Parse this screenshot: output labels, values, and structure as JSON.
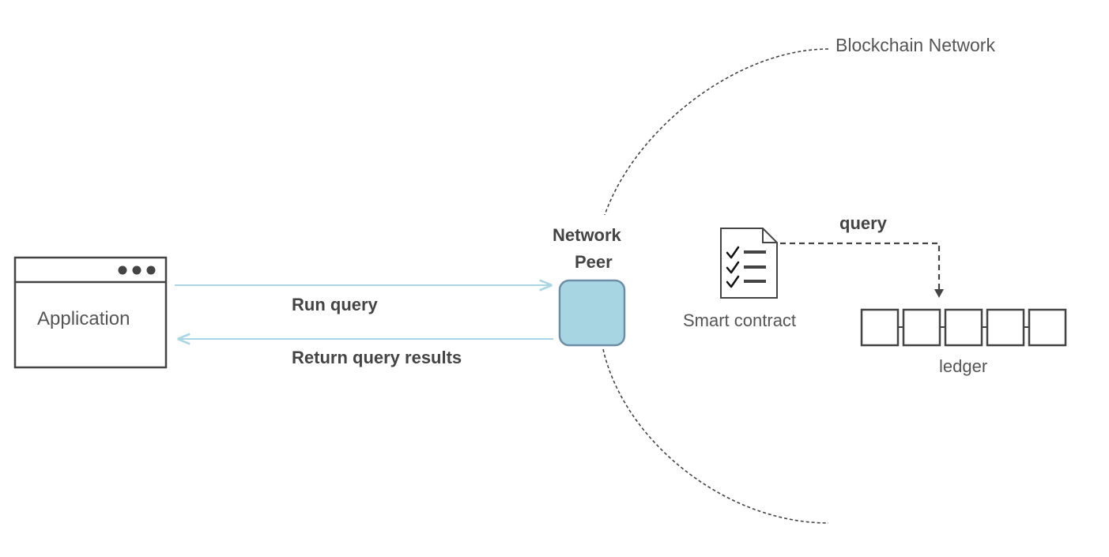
{
  "network": {
    "label": "Blockchain Network"
  },
  "application": {
    "label": "Application"
  },
  "peer": {
    "label_line1": "Network",
    "label_line2": "Peer"
  },
  "arrows": {
    "request_label": "Run query",
    "response_label": "Return query results",
    "query_label": "query"
  },
  "smart_contract": {
    "label": "Smart contract"
  },
  "ledger": {
    "label": "ledger",
    "blocks": 5
  },
  "colors": {
    "line": "#a9d6e2",
    "peer_fill": "#a8d5e2",
    "peer_stroke": "#6e8ea7",
    "dark": "#444444",
    "dash": "#444444"
  }
}
